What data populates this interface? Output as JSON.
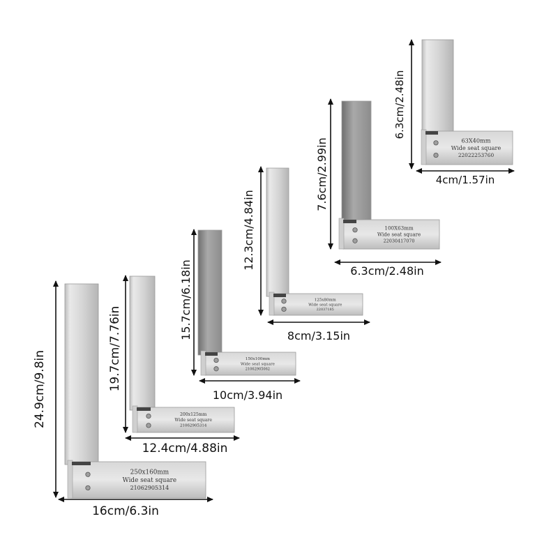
{
  "squares": [
    {
      "id": "250x160",
      "blade_label": "24.9cm/9.8in",
      "base_label": "16cm/6.3in",
      "stamp_size": "250x160mm",
      "stamp_name": "Wide seat square",
      "stamp_serial": "21062905314"
    },
    {
      "id": "200x125",
      "blade_label": "19.7cm/7.76in",
      "base_label": "12.4cm/4.88in",
      "stamp_size": "200x125mm",
      "stamp_name": "Wide seat square",
      "stamp_serial": "21062905314"
    },
    {
      "id": "150x100",
      "blade_label": "15.7cm/6.18in",
      "base_label": "10cm/3.94in",
      "stamp_size": "150x100mm",
      "stamp_name": "Wide seat square",
      "stamp_serial": "21062905062"
    },
    {
      "id": "125x80",
      "blade_label": "12.3cm/4.84in",
      "base_label": "8cm/3.15in",
      "stamp_size": "125x80mm",
      "stamp_name": "Wide seat square",
      "stamp_serial": "22037185"
    },
    {
      "id": "100x63",
      "blade_label": "7.6cm/2.99in",
      "base_label": "6.3cm/2.48in",
      "stamp_size": "100X63mm",
      "stamp_name": "Wide seat square",
      "stamp_serial": "22030417070"
    },
    {
      "id": "63x40",
      "blade_label": "6.3cm/2.48in",
      "base_label": "4cm/1.57in",
      "stamp_size": "63X40mm",
      "stamp_name": "Wide seat square",
      "stamp_serial": "22022253760"
    }
  ],
  "colors": {
    "background": "#ffffff",
    "steel_light": "#e6e6e6",
    "steel_mid": "#c8c8c8",
    "steel_dark": "#8a8a8a",
    "arrow": "#111111"
  }
}
